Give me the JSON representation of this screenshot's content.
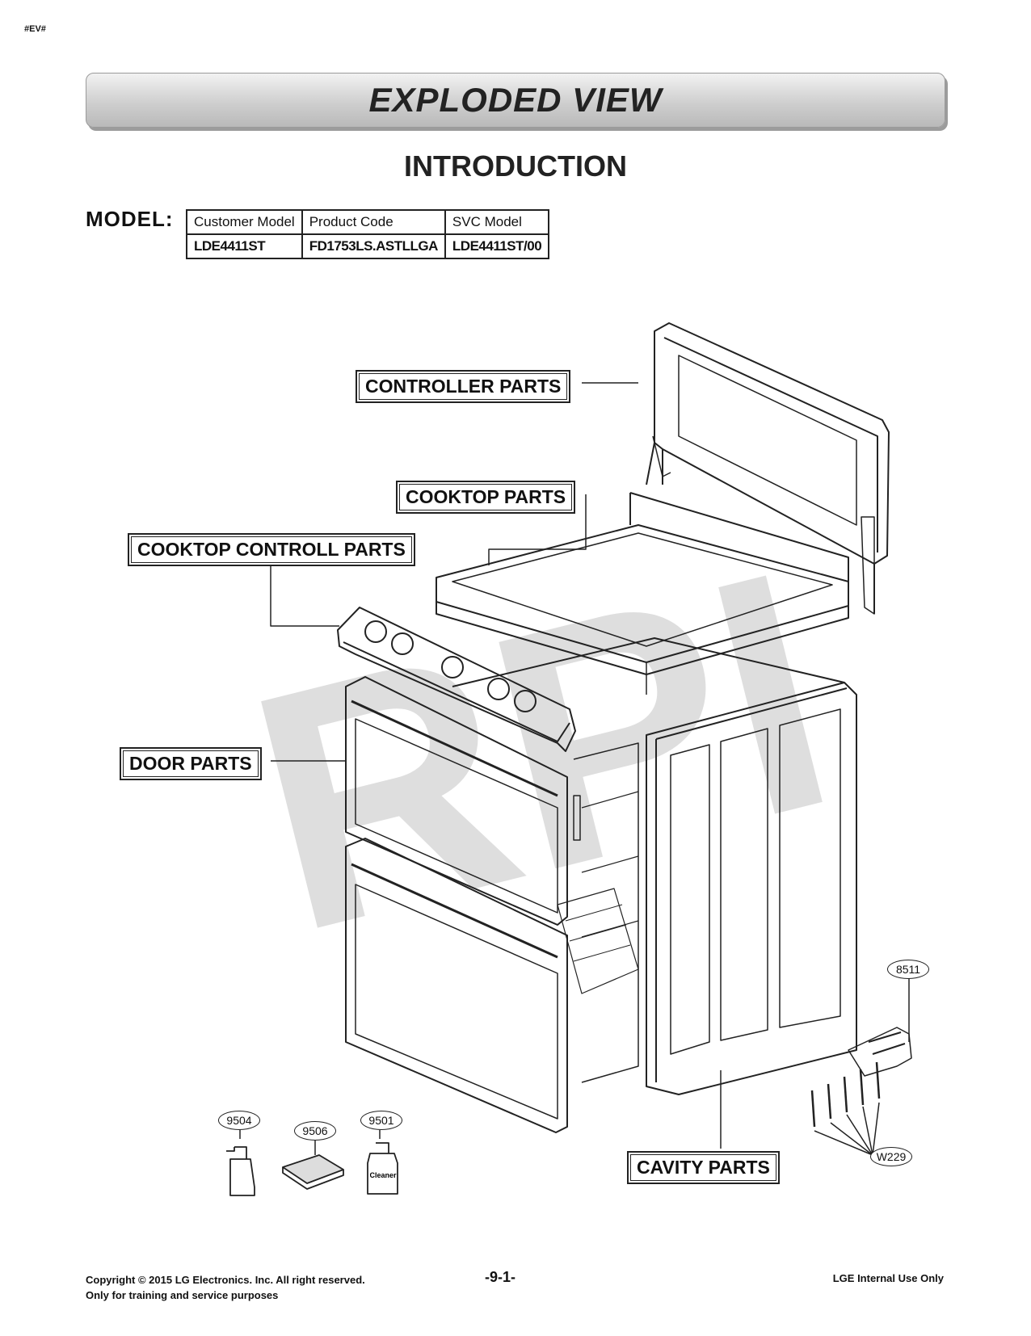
{
  "page_tag": "#EV#",
  "banner_title": "EXPLODED VIEW",
  "section_title": "INTRODUCTION",
  "model": {
    "label": "MODEL:",
    "headers": [
      "Customer Model",
      "Product Code",
      "SVC Model"
    ],
    "values": [
      "LDE4411ST",
      "FD1753LS.ASTLLGA",
      "LDE4411ST/00"
    ]
  },
  "callouts": {
    "controller": "CONTROLLER PARTS",
    "cooktop": "COOKTOP PARTS",
    "cooktop_control": "COOKTOP CONTROLL PARTS",
    "door": "DOOR PARTS",
    "cavity": "CAVITY PARTS"
  },
  "part_numbers": {
    "p8511": "8511",
    "p9504": "9504",
    "p9506": "9506",
    "p9501": "9501",
    "w229": "W229"
  },
  "bottle_label": "Cleaner",
  "watermark": "RPI",
  "footer": {
    "copyright": "Copyright © 2015 LG Electronics. Inc. All right reserved.",
    "usage": "Only for training and service purposes",
    "page": "-9-1-",
    "internal": "LGE Internal Use Only"
  }
}
